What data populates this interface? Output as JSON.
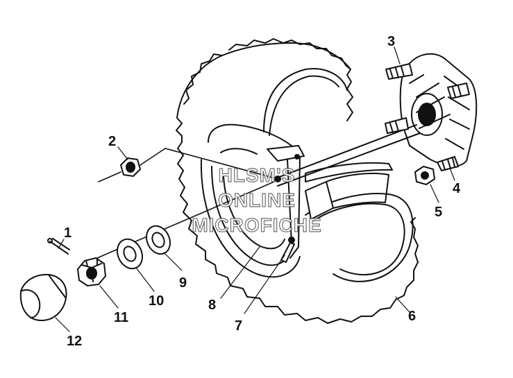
{
  "diagram": {
    "callouts": [
      "1",
      "2",
      "3",
      "4",
      "5",
      "6",
      "7",
      "8",
      "9",
      "10",
      "11",
      "12"
    ],
    "watermark": [
      "HLSM'S",
      "ONLINE",
      "MICROFICHE"
    ],
    "colors": {
      "ink": "#111111",
      "paper": "#ffffff",
      "watermark_outline": "#555555"
    }
  }
}
